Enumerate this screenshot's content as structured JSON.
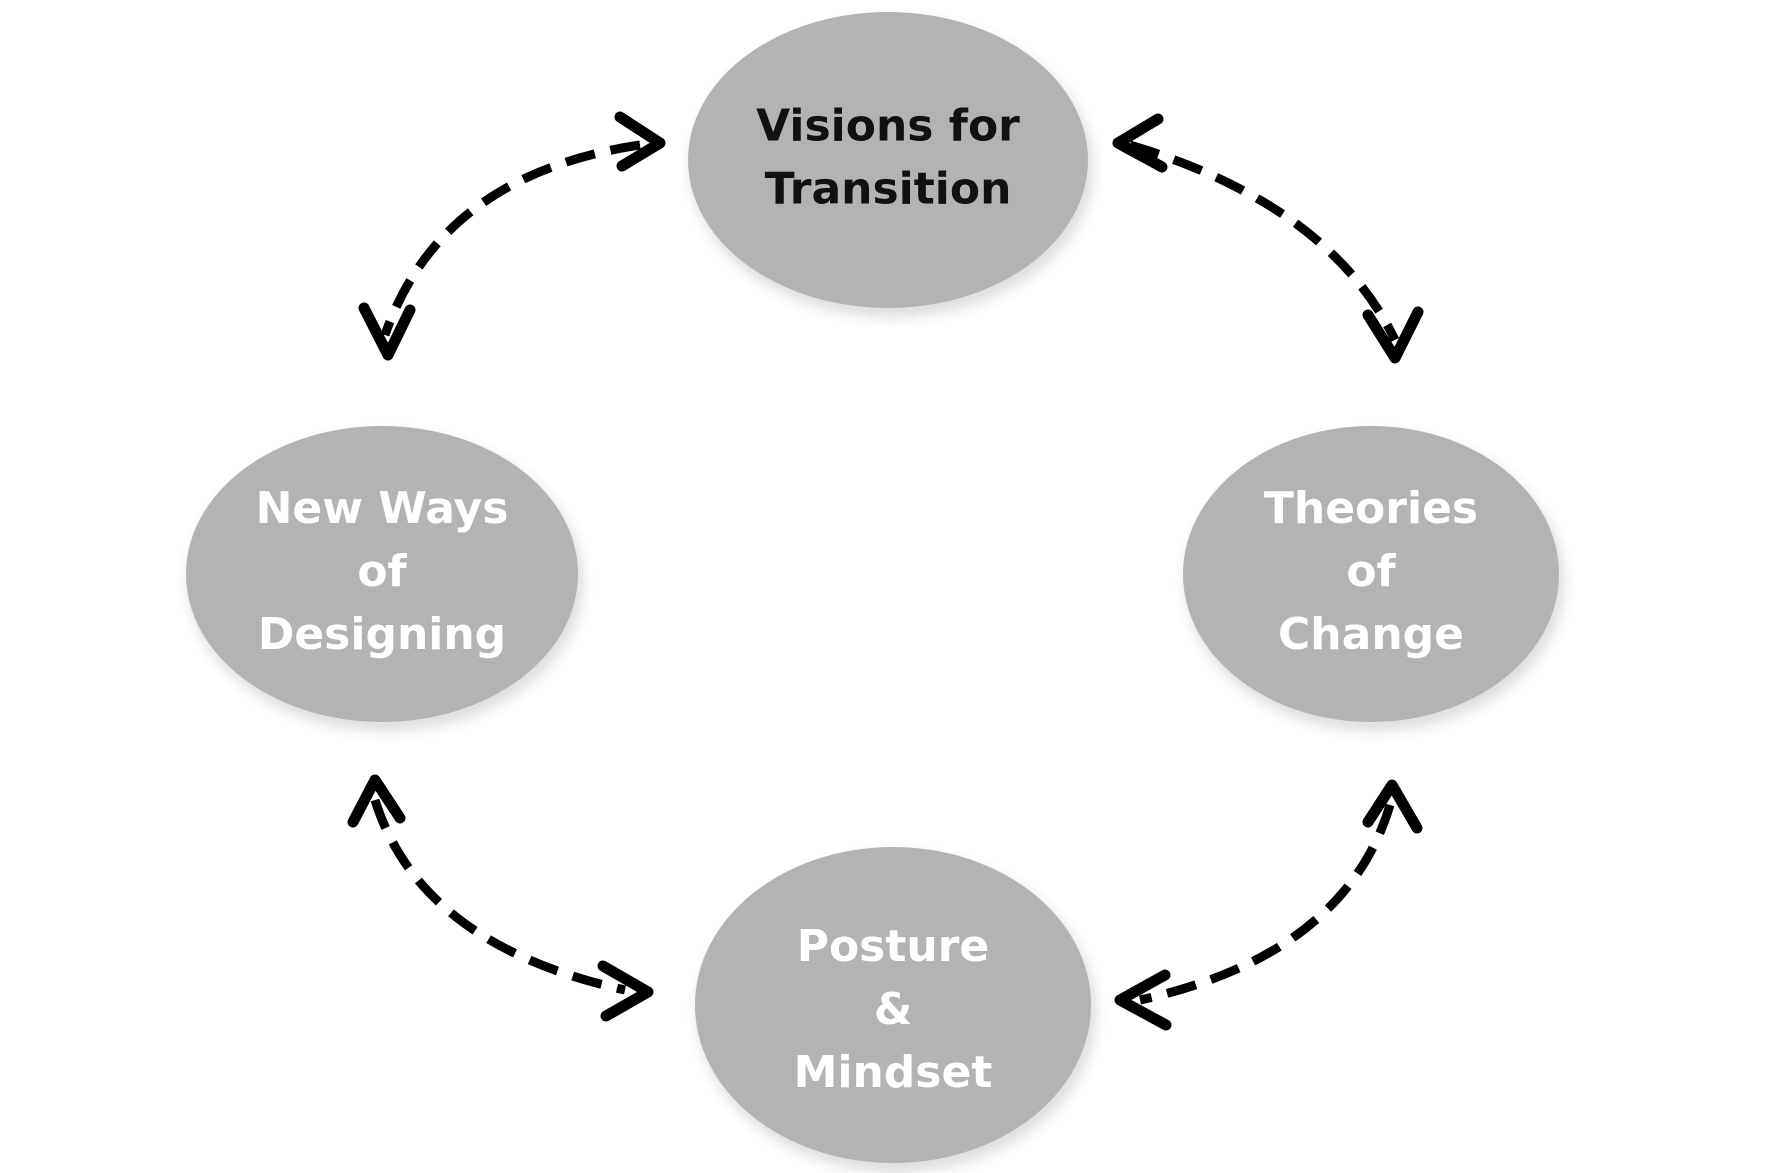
{
  "nodes": [
    {
      "id": "visions",
      "lines": [
        "Visions for",
        "Transition"
      ],
      "text_color": "#111111"
    },
    {
      "id": "new-ways",
      "lines": [
        "New Ways",
        "of",
        "Designing"
      ],
      "text_color": "#ffffff"
    },
    {
      "id": "theories",
      "lines": [
        "Theories",
        "of",
        "Change"
      ],
      "text_color": "#ffffff"
    },
    {
      "id": "posture",
      "lines": [
        "Posture",
        "&",
        "Mindset"
      ],
      "text_color": "#ffffff"
    }
  ],
  "colors": {
    "node_fill": "#b3b3b3",
    "connector": "#000000",
    "background": "#ffffff"
  },
  "connectors": [
    {
      "from": "visions",
      "to": "new-ways",
      "style": "dashed",
      "direction": "both"
    },
    {
      "from": "visions",
      "to": "theories",
      "style": "dashed",
      "direction": "both"
    },
    {
      "from": "new-ways",
      "to": "posture",
      "style": "dashed",
      "direction": "both"
    },
    {
      "from": "theories",
      "to": "posture",
      "style": "dashed",
      "direction": "both"
    }
  ]
}
